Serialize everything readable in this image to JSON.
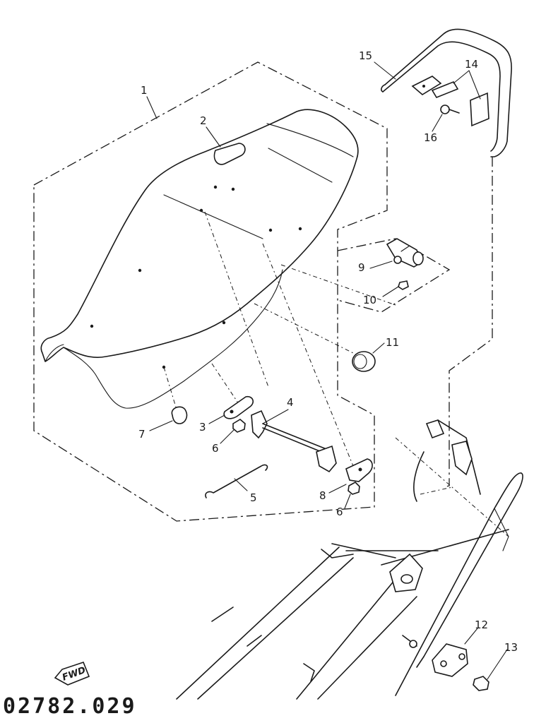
{
  "callouts": {
    "c1": "1",
    "c2": "2",
    "c3": "3",
    "c4": "4",
    "c5": "5",
    "c6a": "6",
    "c6b": "6",
    "c7": "7",
    "c8": "8",
    "c9": "9",
    "c10": "10",
    "c11": "11",
    "c12": "12",
    "c13": "13",
    "c14": "14",
    "c15": "15",
    "c16": "16"
  },
  "fwd_label": "FWD",
  "diagram_code": "02782.029"
}
